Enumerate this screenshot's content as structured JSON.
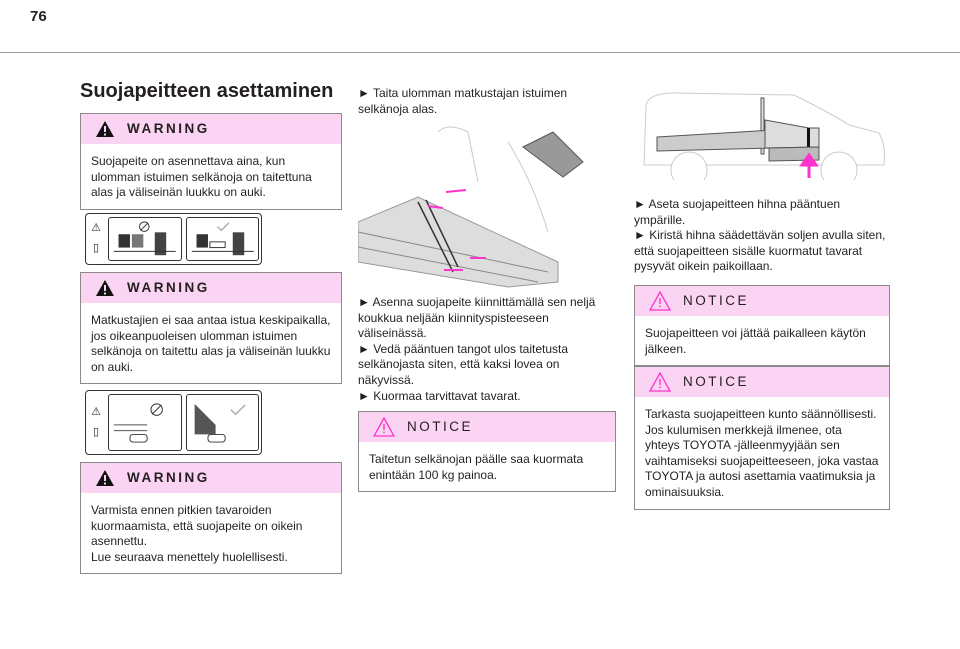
{
  "page_number": "76",
  "title": "Suojapeitteen asettaminen",
  "warning_label": "WARNING",
  "notice_label": "NOTICE",
  "warnings": [
    "Suojapeite on asennettava aina, kun ulomman istuimen selkänoja on taitettuna alas ja väliseinän luukku on auki.",
    "Matkustajien ei saa antaa istua keskipaikalla, jos oikeanpuoleisen ulomman istuimen selkänoja on taitettu alas ja väliseinän luukku on auki.",
    "Varmista ennen pitkien tavaroiden kuormaamista, että suojapeite on oikein asennettu.",
    "Lue seuraava menettely huolellisesti."
  ],
  "col2": {
    "step1": "► Taita ulomman matkustajan istuimen selkänoja alas.",
    "step2": "► Asenna suojapeite kiinnittämällä sen neljä koukkua neljään kiinnityspisteeseen väliseinässä.",
    "step3": "► Vedä pääntuen tangot ulos taitetusta selkänojasta siten, että kaksi lovea on näkyvissä.",
    "step4": "► Kuormaa tarvittavat tavarat.",
    "notice": "Taitetun selkänojan päälle saa kuormata enintään 100 kg painoa."
  },
  "col3": {
    "step1": "► Aseta suojapeitteen hihna pääntuen ympärille.",
    "step2": "► Kiristä hihna säädettävän soljen avulla siten, että suojapeitteen sisälle kuormatut tavarat pysyvät oikein paikoillaan.",
    "notice1": "Suojapeitteen voi jättää paikalleen käytön jälkeen.",
    "notice2": "Tarkasta suojapeitteen kunto säännöllisesti. Jos kulumisen merkkejä ilmenee, ota yhteys TOYOTA -jälleenmyyjään sen vaihtamiseksi suojapeitteeseen, joka vastaa TOYOTA ja autosi asettamia vaatimuksia ja ominaisuuksia."
  },
  "colors": {
    "header_bg": "#fad4f2",
    "accent": "#ff33cc"
  }
}
